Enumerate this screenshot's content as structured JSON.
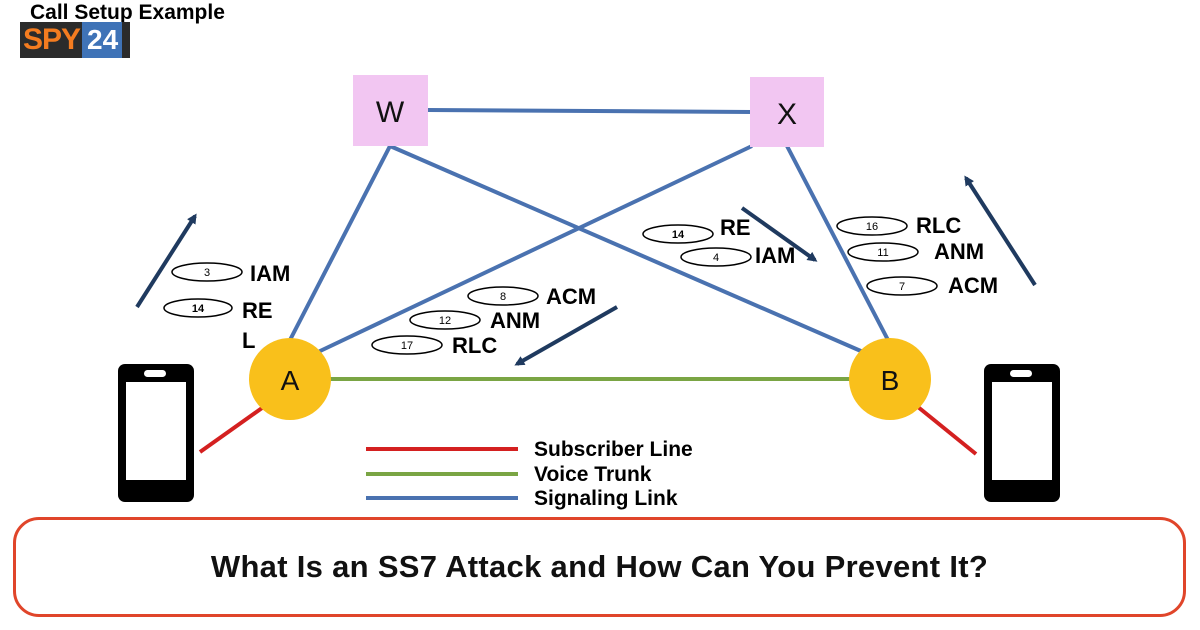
{
  "header": {
    "title": "Call Setup Example"
  },
  "logo": {
    "brand": "SPY",
    "number": "24",
    "colors": {
      "brand": "#f47c20",
      "number_bg": "#3f73b7",
      "background": "#2b2b2b"
    }
  },
  "nodes": {
    "w": "W",
    "x": "X",
    "a": "A",
    "b": "B"
  },
  "messages": {
    "a_out": [
      {
        "num": "3",
        "label": "IAM"
      },
      {
        "num": "14",
        "label": "RE",
        "label2": "L"
      }
    ],
    "to_a": [
      {
        "num": "8",
        "label": "ACM"
      },
      {
        "num": "12",
        "label": "ANM"
      },
      {
        "num": "17",
        "label": "RLC"
      }
    ],
    "to_b": [
      {
        "num": "14",
        "label": "RE"
      },
      {
        "num": "4",
        "label": "IAM"
      }
    ],
    "b_out": [
      {
        "num": "16",
        "label": "RLC"
      },
      {
        "num": "11",
        "label": "ANM"
      },
      {
        "num": "7",
        "label": "ACM"
      }
    ]
  },
  "legend": {
    "subscriber_line": "Subscriber Line",
    "voice_trunk": "Voice Trunk",
    "signaling_link": "Signaling Link"
  },
  "colors": {
    "subscriber_line": "#d42020",
    "voice_trunk": "#7aa544",
    "signaling_link": "#4a72b0",
    "stp_fill": "#f2c6f2",
    "switch_fill": "#f9c01b",
    "arrow": "#1f3a5f"
  },
  "banner": {
    "text": "What Is an SS7 Attack and How Can You Prevent It?"
  }
}
